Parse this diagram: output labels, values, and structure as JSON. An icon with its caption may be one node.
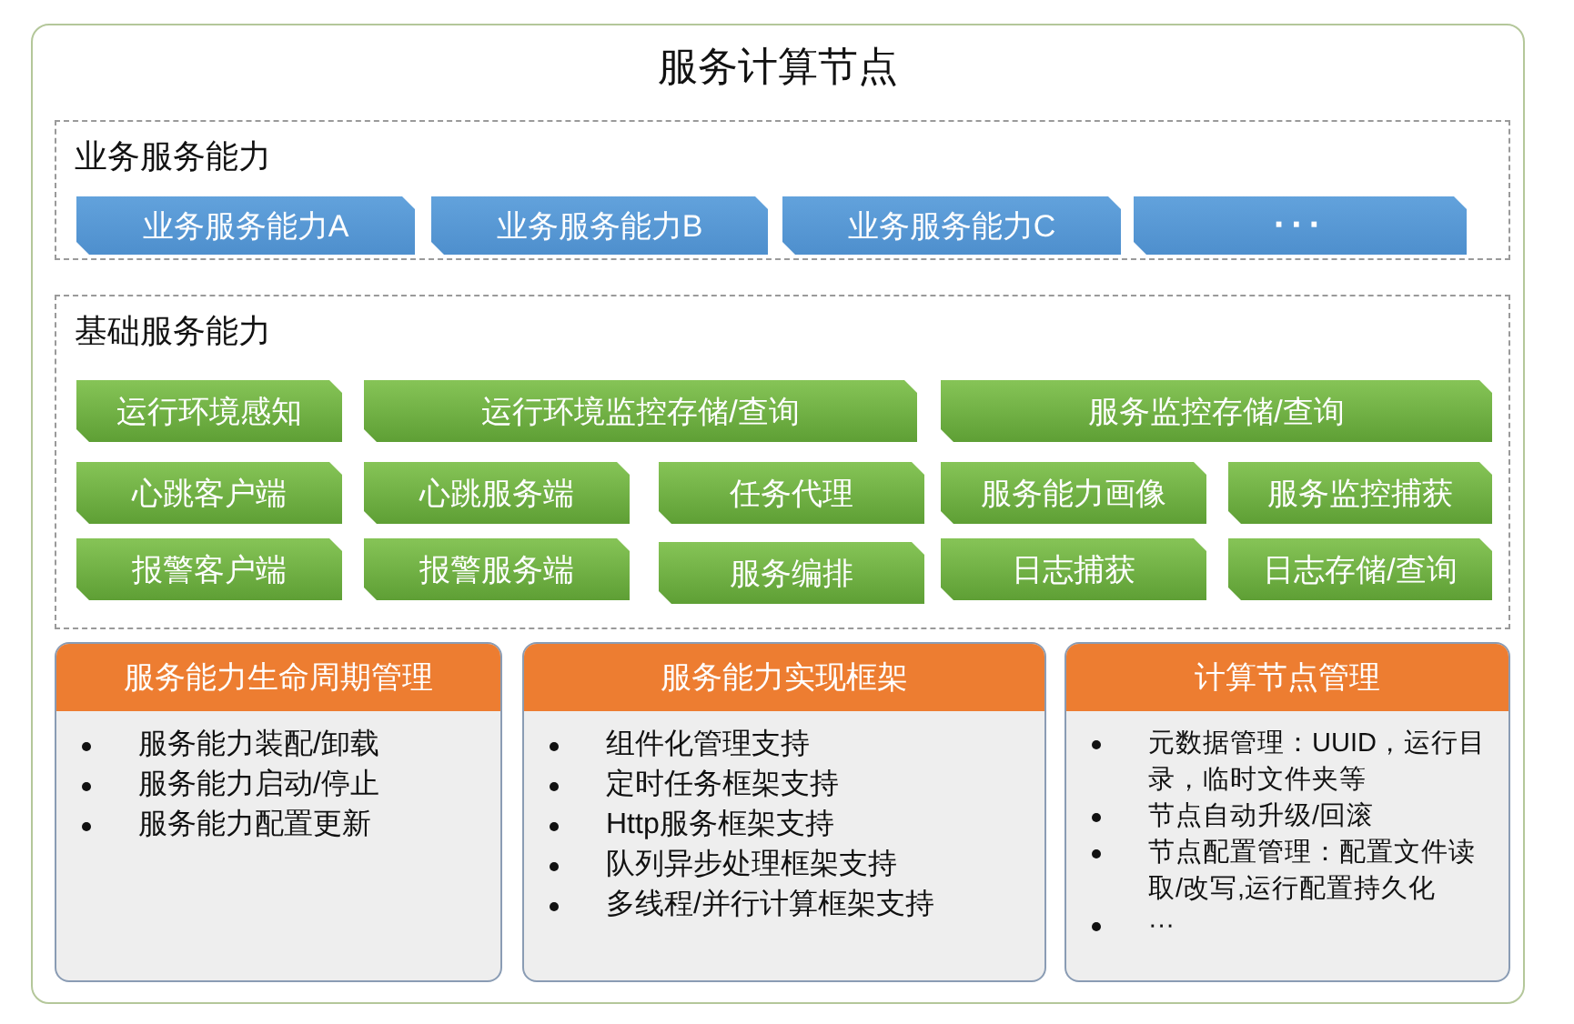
{
  "diagram": {
    "nodes": [
      {
        "text": [
          "服务计算节点"
        ]
      },
      {
        "text": [
          "业务服务能力"
        ],
        "in": 0
      },
      {
        "text": [
          "业务服务能力A"
        ],
        "in": 1
      },
      {
        "text": [
          "业务服务能力B"
        ],
        "in": 1
      },
      {
        "text": [
          "业务服务能力C"
        ],
        "in": 1
      },
      {
        "text": [
          "···"
        ],
        "in": 1
      },
      {
        "text": [
          "基础服务能力"
        ],
        "in": 0
      },
      {
        "text": [
          "运行环境感知"
        ],
        "in": 6
      },
      {
        "text": [
          "运行环境监控存储/查询"
        ],
        "in": 6
      },
      {
        "text": [
          "服务监控存储/查询"
        ],
        "in": 6
      },
      {
        "text": [
          "心跳客户端"
        ],
        "in": 6
      },
      {
        "text": [
          "心跳服务端"
        ],
        "in": 6
      },
      {
        "text": [
          "任务代理"
        ],
        "in": 6
      },
      {
        "text": [
          "服务能力画像"
        ],
        "in": 6
      },
      {
        "text": [
          "服务监控捕获"
        ],
        "in": 6
      },
      {
        "text": [
          "报警客户端"
        ],
        "in": 6
      },
      {
        "text": [
          "报警服务端"
        ],
        "in": 6
      },
      {
        "text": [
          "服务编排"
        ],
        "in": 6
      },
      {
        "text": [
          "日志捕获"
        ],
        "in": 6
      },
      {
        "text": [
          "日志存储/查询"
        ],
        "in": 6
      },
      {
        "text": [
          "服务能力生命周期管理",
          "服务能力装配/卸载",
          "服务能力启动/停止",
          "服务能力配置更新"
        ],
        "in": 0
      },
      {
        "text": [
          "服务能力实现框架",
          "组件化管理支持",
          "定时任务框架支持",
          "Http服务框架支持",
          "队列异步处理框架支持",
          "多线程/并行计算框架支持"
        ],
        "in": 0
      },
      {
        "text": [
          "计算节点管理",
          "元数据管理：UUID，运行目录，临时文件夹等",
          "节点自动升级/回滚",
          "节点配置管理：配置文件读取/改写,运行配置持久化",
          "···"
        ],
        "in": 0
      }
    ]
  }
}
